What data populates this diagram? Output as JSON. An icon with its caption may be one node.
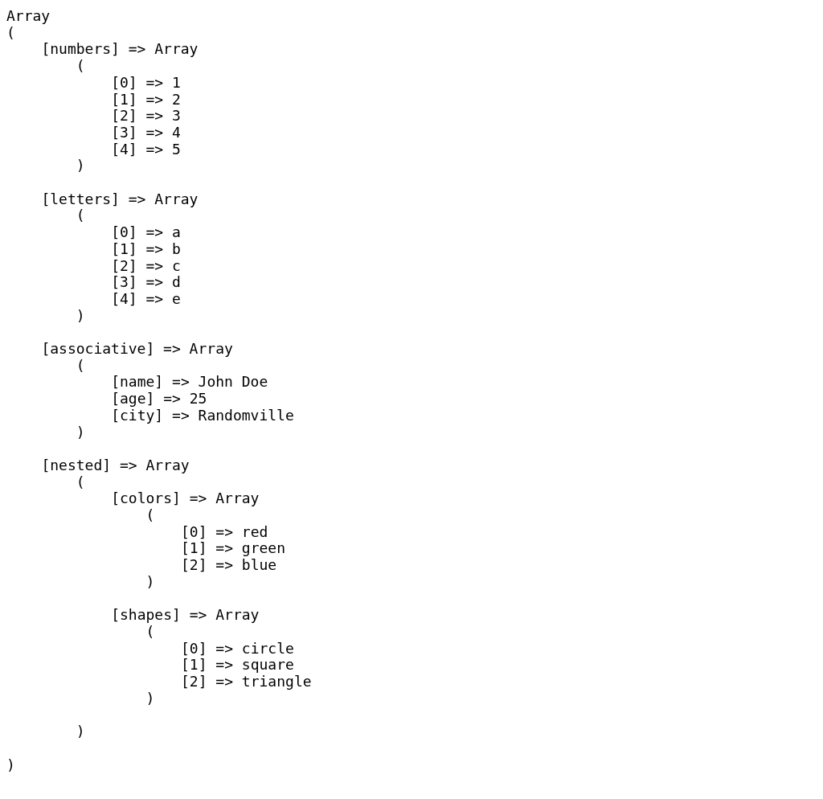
{
  "diagram": {
    "labels": [
      "Array",
      "(",
      "[numbers] => Array",
      "(",
      "[0] => 1",
      "[1] => 2",
      "[2] => 3",
      "[3] => 4",
      "[4] => 5",
      ")",
      "[letters] => Array",
      "(",
      "[0] => a",
      "[1] => b",
      "[2] => c",
      "[3] => d",
      "[4] => e",
      ")",
      "[associative] => Array",
      "(",
      "[name] => John Doe",
      "[age] => 25",
      "[city] => Randomville",
      ")",
      "[nested] => Array",
      "(",
      "[colors] => Array",
      "(",
      "[0] => red",
      "[1] => green",
      "[2] => blue",
      ")",
      "[shapes] => Array",
      "(",
      "[0] => circle",
      "[1] => square",
      "[2] => triangle",
      ")",
      ")",
      ")"
    ]
  }
}
